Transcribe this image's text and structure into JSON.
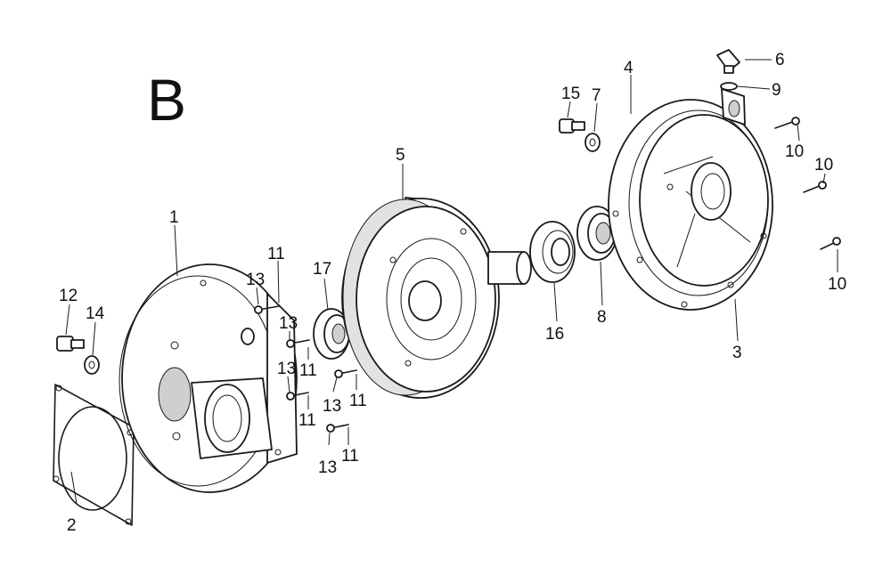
{
  "diagram": {
    "section_letter": "B",
    "callouts": [
      {
        "id": "c1",
        "label": "1"
      },
      {
        "id": "c2",
        "label": "2"
      },
      {
        "id": "c3",
        "label": "3"
      },
      {
        "id": "c4",
        "label": "4"
      },
      {
        "id": "c5",
        "label": "5"
      },
      {
        "id": "c6",
        "label": "6"
      },
      {
        "id": "c7",
        "label": "7"
      },
      {
        "id": "c8",
        "label": "8"
      },
      {
        "id": "c9",
        "label": "9"
      },
      {
        "id": "c10a",
        "label": "10"
      },
      {
        "id": "c10b",
        "label": "10"
      },
      {
        "id": "c10c",
        "label": "10"
      },
      {
        "id": "c11a",
        "label": "11"
      },
      {
        "id": "c11b",
        "label": "11"
      },
      {
        "id": "c11c",
        "label": "11"
      },
      {
        "id": "c11d",
        "label": "11"
      },
      {
        "id": "c11e",
        "label": "11"
      },
      {
        "id": "c12",
        "label": "12"
      },
      {
        "id": "c13a",
        "label": "13"
      },
      {
        "id": "c13b",
        "label": "13"
      },
      {
        "id": "c13c",
        "label": "13"
      },
      {
        "id": "c13d",
        "label": "13"
      },
      {
        "id": "c13e",
        "label": "13"
      },
      {
        "id": "c14",
        "label": "14"
      },
      {
        "id": "c15",
        "label": "15"
      },
      {
        "id": "c16",
        "label": "16"
      },
      {
        "id": "c17",
        "label": "17"
      }
    ]
  }
}
